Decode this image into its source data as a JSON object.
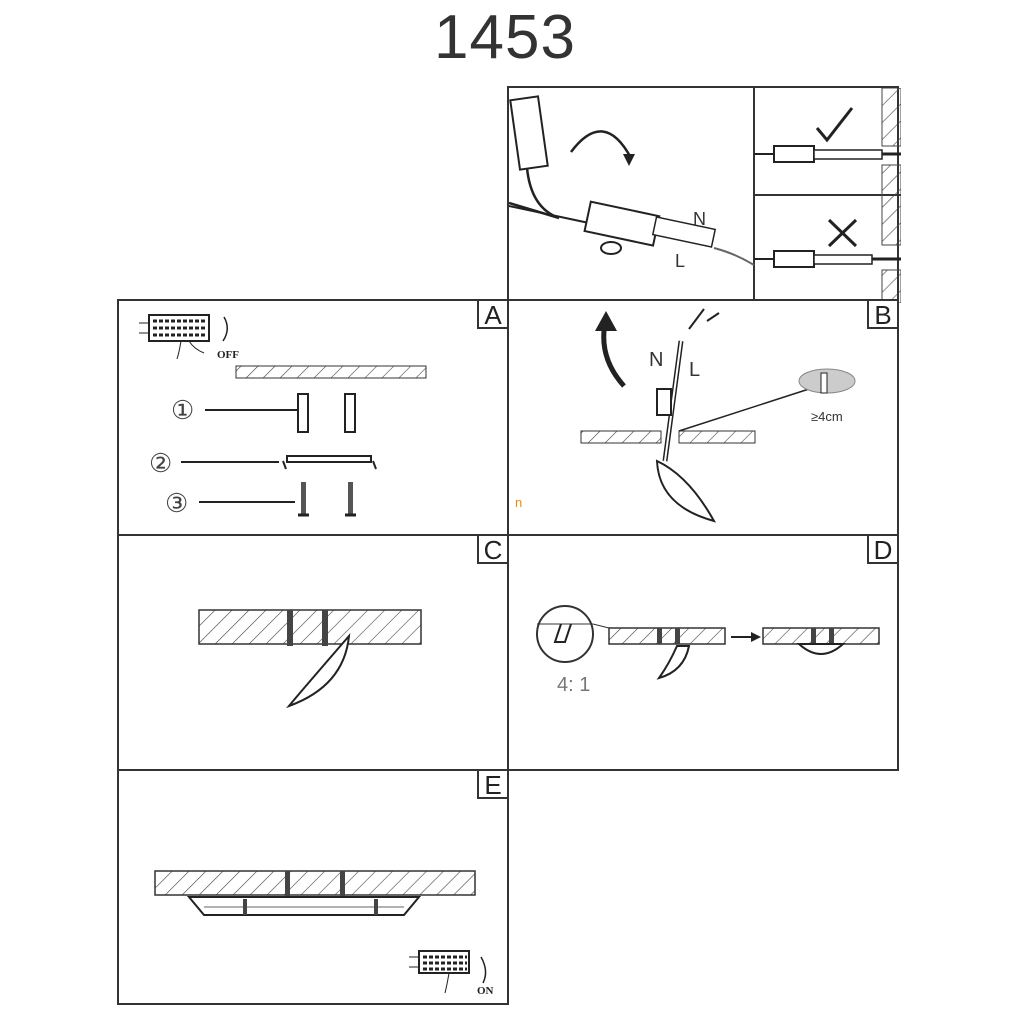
{
  "title": "1453",
  "top_panel": {
    "n_label": "N",
    "l_label": "L",
    "correct_icon": "check-icon",
    "wrong_icon": "cross-icon"
  },
  "panels": {
    "a": {
      "letter": "A",
      "off_label": "OFF",
      "items": [
        "①",
        "②",
        "③"
      ]
    },
    "b": {
      "letter": "B",
      "n_label": "N",
      "l_label": "L",
      "distance": "≥4cm"
    },
    "c": {
      "letter": "C"
    },
    "d": {
      "letter": "D",
      "scale": "4: 1"
    },
    "e": {
      "letter": "E",
      "on_label": "ON"
    }
  },
  "watermark": "n",
  "colors": {
    "line": "#333333",
    "watermark": "#f08a00"
  }
}
